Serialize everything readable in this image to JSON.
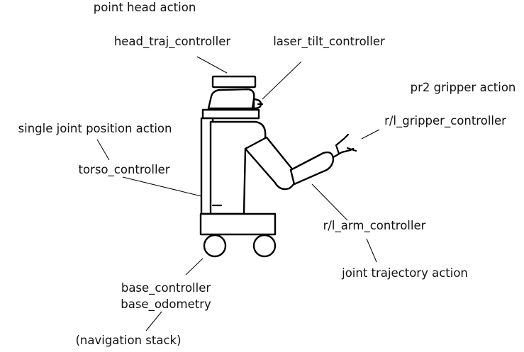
{
  "labels": {
    "point_head_action": "point head action",
    "head_traj_controller": "head_traj_controller",
    "laser_tilt_controller": "laser_tilt_controller",
    "pr2_gripper_action": "pr2 gripper action",
    "gripper_controller": "r/l_gripper_controller",
    "single_joint_position_action": "single joint position action",
    "torso_controller": "torso_controller",
    "arm_controller": "r/l_arm_controller",
    "joint_trajectory_action": "joint trajectory action",
    "base_controller": "base_controller",
    "base_odometry": "base_odometry",
    "navigation_stack": "(navigation stack)"
  }
}
